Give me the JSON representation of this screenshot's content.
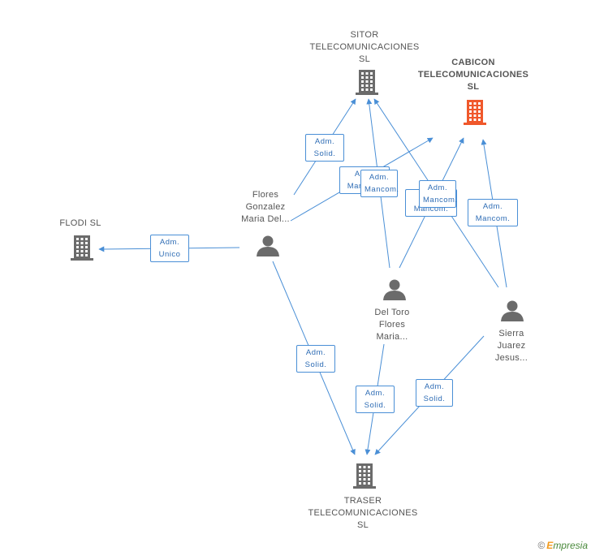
{
  "colors": {
    "edge": "#4a8fd6",
    "icon": "#6b6b6b",
    "focus": "#f0582b"
  },
  "nodes": [
    {
      "id": "sitor",
      "type": "company",
      "label": "SITOR\nTELECOMUNICACIONES\nSL"
    },
    {
      "id": "cabicon",
      "type": "company",
      "focus": true,
      "label": "CABICON\nTELECOMUNICACIONES\nSL"
    },
    {
      "id": "flodi",
      "type": "company",
      "label": "FLODI SL"
    },
    {
      "id": "traser",
      "type": "company",
      "label": "TRASER\nTELECOMUNICACIONES\nSL"
    },
    {
      "id": "flores",
      "type": "person",
      "label": "Flores\nGonzalez\nMaria Del..."
    },
    {
      "id": "deltoro",
      "type": "person",
      "label": "Del Toro\nFlores\nMaria..."
    },
    {
      "id": "sierra",
      "type": "person",
      "label": "Sierra\nJuarez\nJesus..."
    }
  ],
  "edges": [
    {
      "from": "flores",
      "to": "sitor",
      "label": "Adm.\nSolid."
    },
    {
      "from": "flores",
      "to": "cabicon",
      "label": "Adm.\nMancom."
    },
    {
      "from": "flores",
      "to": "flodi",
      "label": "Adm.\nUnico"
    },
    {
      "from": "flores",
      "to": "traser",
      "label": "Adm.\nSolid."
    },
    {
      "from": "deltoro",
      "to": "sitor",
      "label": "Adm.\nMancom."
    },
    {
      "from": "deltoro",
      "to": "cabicon",
      "label": "Adm.\nMancom."
    },
    {
      "from": "deltoro",
      "to": "traser",
      "label": "Adm.\nSolid."
    },
    {
      "from": "sierra",
      "to": "sitor",
      "label": "Adm.\nMancom."
    },
    {
      "from": "sierra",
      "to": "cabicon",
      "label": "Adm.\nMancom."
    },
    {
      "from": "sierra",
      "to": "traser",
      "label": "Adm.\nSolid."
    }
  ],
  "footer": {
    "copyright": "©",
    "brand_initial": "E",
    "brand_rest": "mpresia"
  }
}
